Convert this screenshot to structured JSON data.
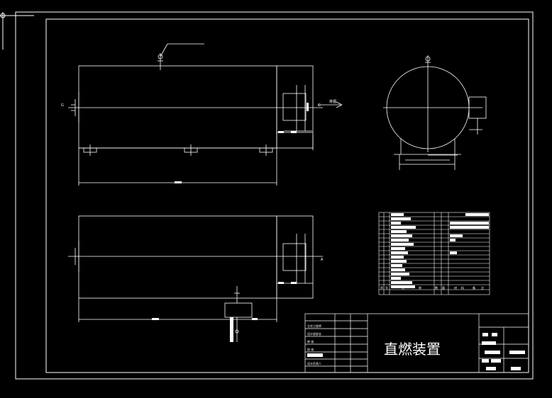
{
  "drawing": {
    "title": "直燃装置"
  },
  "colors": {
    "background": "#000000",
    "line": "#ffffff",
    "accent_cyan": "#4fd6ff"
  },
  "annotations": {
    "left_g": "G",
    "right_g": "G",
    "outlet_label": "排烟",
    "lower_right_label": "A"
  },
  "title_block": {
    "rows": [
      "主任工程师",
      "设计部部长",
      "审 核",
      "校 核",
      "",
      "设计负责人"
    ]
  },
  "parts_table": {
    "footer": [
      "序",
      "号",
      "名",
      "称",
      "数",
      "量",
      "材",
      "料",
      "备",
      "注"
    ]
  }
}
